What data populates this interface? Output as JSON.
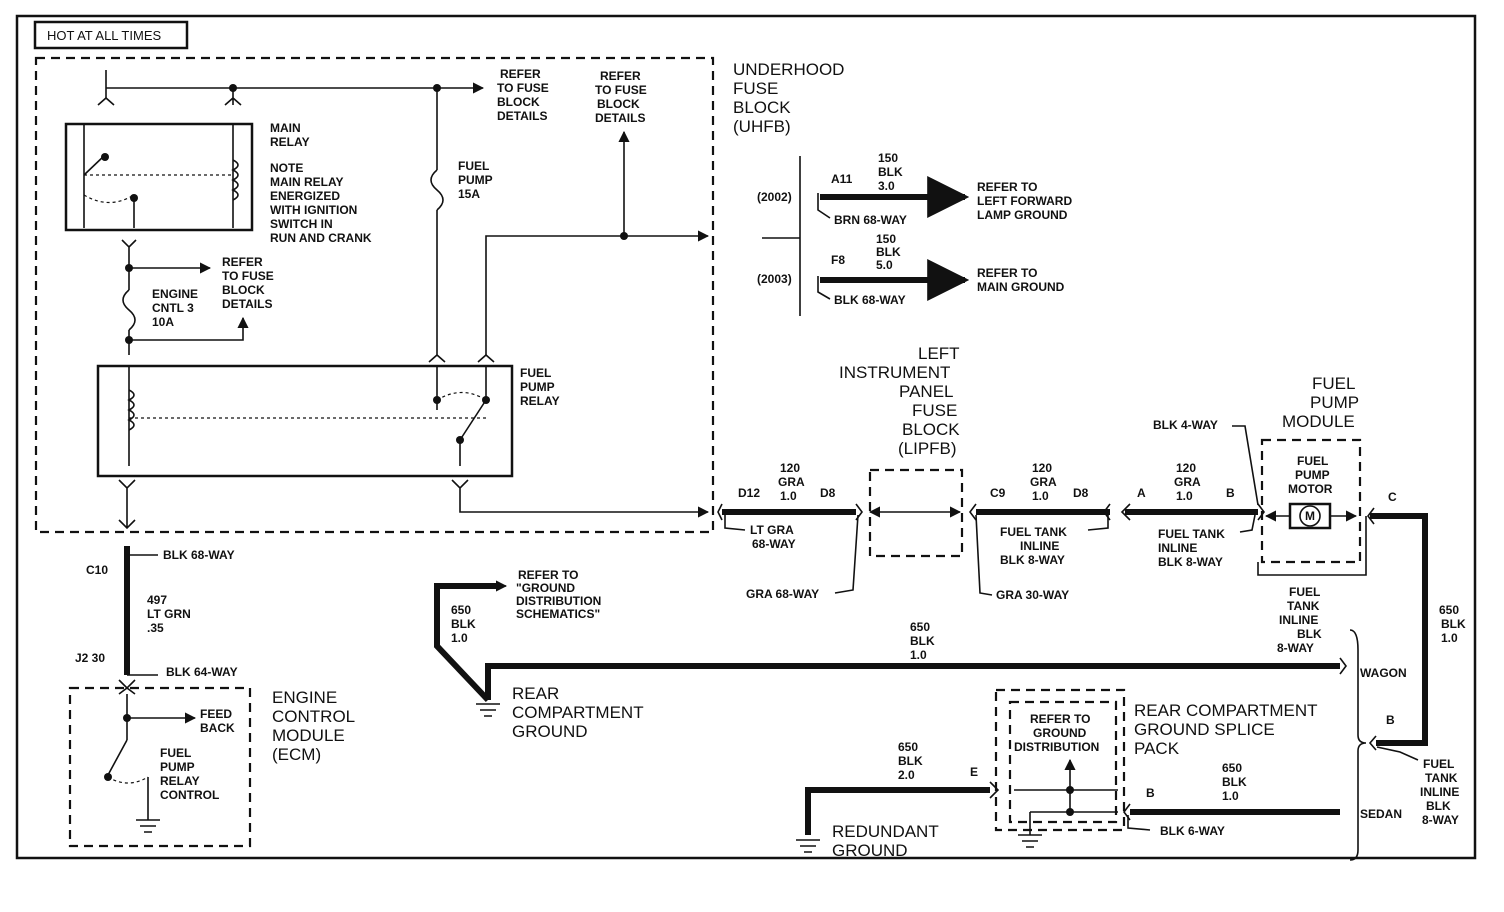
{
  "header": {
    "hot_label": "HOT AT ALL TIMES"
  },
  "uhfb": {
    "name": [
      "UNDERHOOD",
      "FUSE",
      "BLOCK",
      "(UHFB)"
    ],
    "refer1": [
      "REFER",
      "TO FUSE",
      "BLOCK",
      "DETAILS"
    ],
    "refer2": [
      "REFER",
      "TO FUSE",
      "BLOCK",
      "DETAILS"
    ],
    "refer3": [
      "REFER",
      "TO FUSE",
      "BLOCK",
      "DETAILS"
    ],
    "main_relay": [
      "MAIN",
      "RELAY"
    ],
    "note": [
      "NOTE",
      "MAIN RELAY",
      "ENERGIZED",
      "WITH IGNITION",
      "SWITCH IN",
      "RUN AND CRANK"
    ],
    "fuel_pump_fuse": [
      "FUEL",
      "PUMP",
      "15A"
    ],
    "engine_fuse": [
      "ENGINE",
      "CNTL 3",
      "10A"
    ],
    "fuel_pump_relay": [
      "FUEL",
      "PUMP",
      "RELAY"
    ]
  },
  "ground_2002": {
    "year": "(2002)",
    "pin": "A11",
    "wire": [
      "150",
      "BLK",
      "3.0"
    ],
    "connector": "BRN 68-WAY",
    "refer": [
      "REFER TO",
      "LEFT FORWARD",
      "LAMP GROUND"
    ]
  },
  "ground_2003": {
    "year": "(2003)",
    "pin": "F8",
    "wire": [
      "150",
      "BLK",
      "5.0"
    ],
    "connector": "BLK 68-WAY",
    "refer": [
      "REFER TO",
      "MAIN GROUND"
    ]
  },
  "ecm_wire": {
    "pin_top": "C10",
    "connector_top": "BLK 68-WAY",
    "wire": [
      "497",
      "LT GRN",
      ".35"
    ],
    "pin_bottom": "J2 30",
    "connector_bottom": "BLK 64-WAY"
  },
  "ecm": {
    "name": [
      "ENGINE",
      "CONTROL",
      "MODULE",
      "(ECM)"
    ],
    "feedback": [
      "FEED",
      "BACK"
    ],
    "control": [
      "FUEL",
      "PUMP",
      "RELAY",
      "CONTROL"
    ]
  },
  "lipfb": {
    "name": [
      "LEFT",
      "INSTRUMENT",
      "PANEL",
      "FUSE",
      "BLOCK",
      "(LIPFB)"
    ],
    "pin_left": "D12",
    "pin_d8a": "D8",
    "wire_left": [
      "120",
      "GRA",
      "1.0"
    ],
    "conn_lt": [
      "LT GRA",
      "68-WAY"
    ],
    "conn_gra68": "GRA 68-WAY",
    "pin_c9": "C9",
    "pin_d8b": "D8",
    "wire_mid": [
      "120",
      "GRA",
      "1.0"
    ],
    "conn_gra30": "GRA 30-WAY",
    "conn_inline1": [
      "FUEL TANK",
      "INLINE",
      "BLK 8-WAY"
    ]
  },
  "pump_link": {
    "pin_a": "A",
    "pin_b": "B",
    "wire": [
      "120",
      "GRA",
      "1.0"
    ],
    "conn_inline2": [
      "FUEL TANK",
      "INLINE",
      "BLK 8-WAY"
    ],
    "conn_blk4": "BLK 4-WAY"
  },
  "fuel_pump_module": {
    "name": [
      "FUEL",
      "PUMP",
      "MODULE"
    ],
    "motor": [
      "FUEL",
      "PUMP",
      "MOTOR"
    ],
    "motor_symbol": "M",
    "pin_c": "C"
  },
  "right_wire": {
    "wire": [
      "650",
      "BLK",
      "1.0"
    ],
    "pin_b": "B",
    "conn": [
      "FUEL",
      "TANK",
      "INLINE",
      "BLK",
      "8-WAY"
    ]
  },
  "wagon": {
    "conn": [
      "FUEL",
      "TANK",
      "INLINE",
      "BLK",
      "8-WAY"
    ],
    "label": "WAGON",
    "wire": [
      "650",
      "BLK",
      "1.0"
    ]
  },
  "sedan": {
    "label": "SEDAN",
    "pin_b": "B",
    "wire": [
      "650",
      "BLK",
      "1.0"
    ],
    "conn": "BLK 6-WAY"
  },
  "rear_ground": {
    "wire": [
      "650",
      "BLK",
      "1.0"
    ],
    "refer": [
      "REFER TO",
      "\"GROUND",
      "DISTRIBUTION",
      "SCHEMATICS\""
    ],
    "name": [
      "REAR",
      "COMPARTMENT",
      "GROUND"
    ]
  },
  "splice_pack": {
    "name": [
      "REAR COMPARTMENT",
      "GROUND SPLICE",
      "PACK"
    ],
    "refer": [
      "REFER TO",
      "GROUND",
      "DISTRIBUTION"
    ],
    "pin_e": "E",
    "wire_e": [
      "650",
      "BLK",
      "2.0"
    ]
  },
  "redundant": {
    "name": [
      "REDUNDANT",
      "GROUND"
    ]
  }
}
